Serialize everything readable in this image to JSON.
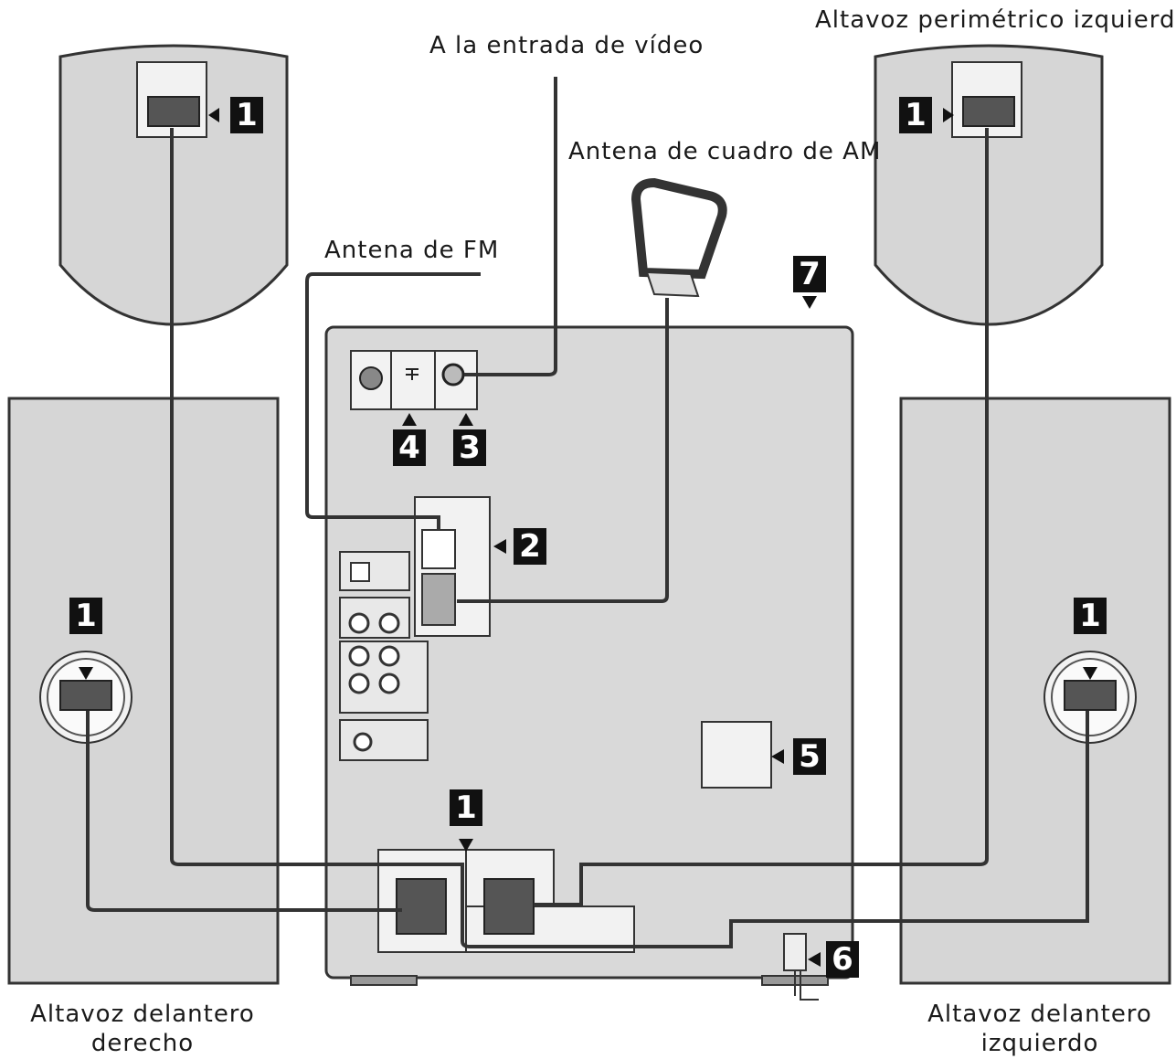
{
  "labels": {
    "video_input": "A la entrada de vídeo",
    "am_antenna": "Antena de cuadro de AM",
    "fm_antenna": "Antena de FM",
    "surround_left": "Altavoz perimétrico izquierdo/",
    "front_right_line1": "Altavoz delantero",
    "front_right_line2": "derecho",
    "front_left_line1": "Altavoz delantero",
    "front_left_line2": "izquierdo"
  },
  "callouts": {
    "speaker_terminal": "1",
    "antenna_terminal": "2",
    "video_out": "3",
    "ground": "4",
    "voltage_selector": "5",
    "power_cord": "6",
    "unit_top": "7"
  },
  "colors": {
    "speaker_fill": "#d6d6d6",
    "unit_fill": "#d9d9d9",
    "line": "#333333",
    "badge": "#111111"
  }
}
